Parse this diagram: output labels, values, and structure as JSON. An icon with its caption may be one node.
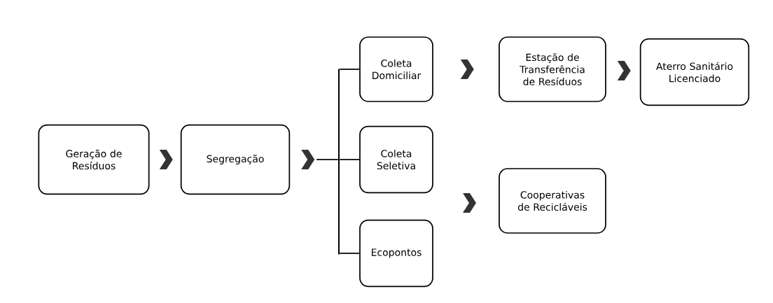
{
  "diagram": {
    "nodes": [
      {
        "text": [
          "Geração de Resíduos"
        ]
      },
      {
        "text": [
          "Segregação"
        ]
      },
      {
        "text": [
          "Coleta Domiciliar"
        ]
      },
      {
        "text": [
          "Coleta Seletiva"
        ]
      },
      {
        "text": [
          "Ecopontos"
        ]
      },
      {
        "text": [
          "Estação de Transferência de Resíduos"
        ]
      },
      {
        "text": [
          "Aterro Sanitário Licenciado"
        ]
      },
      {
        "text": [
          "Cooperativas de Recicláveis"
        ]
      },
      {
        "text": [],
        "shape": "bar"
      }
    ],
    "edges": [
      {
        "from": 0,
        "to": 1,
        "arrow": "to"
      },
      {
        "from": 1,
        "to": 8,
        "arrow": "to"
      },
      {
        "from": 8,
        "to": 2,
        "arrow": "none"
      },
      {
        "from": 8,
        "to": 3,
        "arrow": "none"
      },
      {
        "from": 8,
        "to": 4,
        "arrow": "none"
      },
      {
        "from": 2,
        "to": 5,
        "arrow": "to"
      },
      {
        "from": 5,
        "to": 6,
        "arrow": "to"
      },
      {
        "from": 3,
        "to": 7,
        "arrow": "to"
      },
      {
        "from": 4,
        "to": 7,
        "arrow": "to"
      }
    ]
  }
}
